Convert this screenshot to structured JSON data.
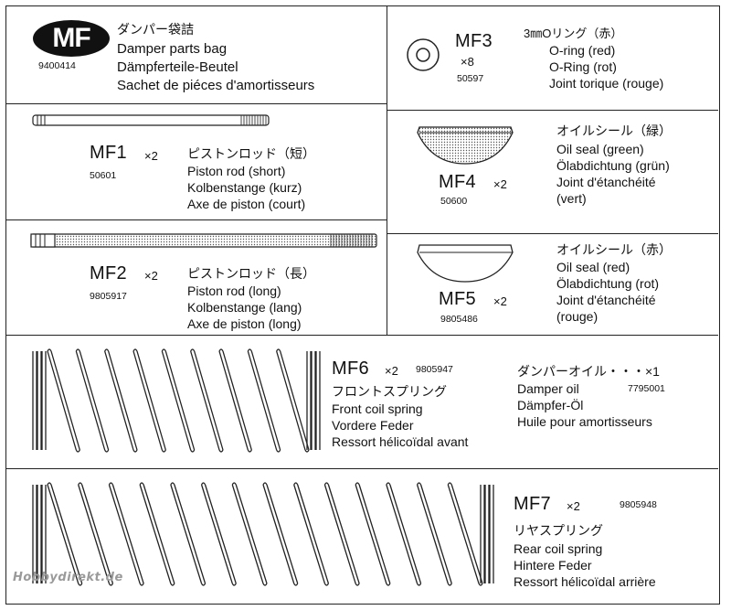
{
  "header": {
    "logo_text": "MF",
    "logo_code": "9400414",
    "title_jp": "ダンパー袋詰",
    "title_en": "Damper parts bag",
    "title_de": "Dämpferteile-Beutel",
    "title_fr": "Sachet de piéces d'amortisseurs"
  },
  "parts": {
    "mf1": {
      "id": "MF1",
      "qty": "×2",
      "code": "50601",
      "jp": "ピストンロッド（短）",
      "en": "Piston rod (short)",
      "de": "Kolbenstange (kurz)",
      "fr": "Axe de piston (court)"
    },
    "mf2": {
      "id": "MF2",
      "qty": "×2",
      "code": "9805917",
      "jp": "ピストンロッド（長）",
      "en": "Piston rod (long)",
      "de": "Kolbenstange (lang)",
      "fr": "Axe de piston (long)"
    },
    "mf3": {
      "id": "MF3",
      "qty": "×8",
      "code": "50597",
      "jp": "3㎜Oリング（赤）",
      "en": "O-ring (red)",
      "de": "O-Ring (rot)",
      "fr": "Joint torique (rouge)"
    },
    "mf4": {
      "id": "MF4",
      "qty": "×2",
      "code": "50600",
      "jp": "オイルシール（緑）",
      "en": "Oil seal (green)",
      "de": "Ölabdichtung (grün)",
      "fr": "Joint d'étanchéité",
      "fr2": "(vert)"
    },
    "mf5": {
      "id": "MF5",
      "qty": "×2",
      "code": "9805486",
      "jp": "オイルシール（赤）",
      "en": "Oil seal (red)",
      "de": "Ölabdichtung (rot)",
      "fr": "Joint d'étanchéité",
      "fr2": "(rouge)"
    },
    "mf6": {
      "id": "MF6",
      "qty": "×2",
      "code": "9805947",
      "jp": "フロントスプリング",
      "en": "Front coil spring",
      "de": "Vordere Feder",
      "fr": "Ressort hélicoïdal avant"
    },
    "mf7": {
      "id": "MF7",
      "qty": "×2",
      "code": "9805948",
      "jp": "リヤスプリング",
      "en": "Rear coil spring",
      "de": "Hintere Feder",
      "fr": "Ressort hélicoïdal arrière"
    }
  },
  "oil": {
    "jp": "ダンパーオイル・・・×1",
    "en": "Damper oil",
    "code": "7795001",
    "de": "Dämpfer-Öl",
    "fr": "Huile pour amortisseurs"
  },
  "watermark": "Hobbydirekt.de",
  "colors": {
    "ink": "#111111",
    "watermark": "#9a9a9a"
  },
  "icons": [
    "mf-logo",
    "piston-rod-short",
    "piston-rod-long",
    "o-ring",
    "oil-seal-green",
    "oil-seal-red",
    "front-coil-spring",
    "rear-coil-spring"
  ]
}
